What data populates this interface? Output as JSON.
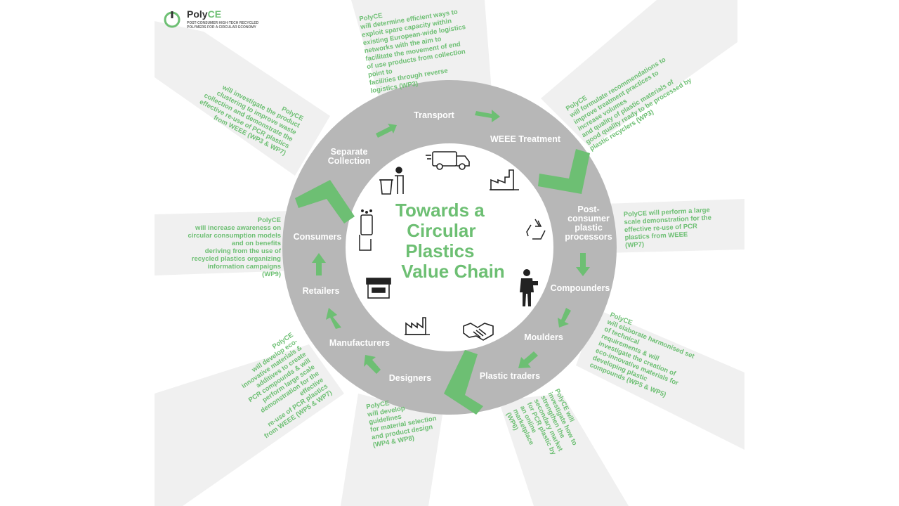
{
  "logo": {
    "name": "PolyCE",
    "name_part1": "Poly",
    "name_part2": "CE",
    "tagline_line1": "POST-CONSUMER HIGH-TECH RECYCLED",
    "tagline_line2": "POLYMERS FOR A CIRCULAR ECONOMY"
  },
  "title": {
    "line1": "Towards a",
    "line2": "Circular",
    "line3": "Plastics",
    "line4": "Value Chain"
  },
  "stages": [
    {
      "id": "transport",
      "lines": [
        "Transport"
      ]
    },
    {
      "id": "weee-treatment",
      "lines": [
        "WEEE Treatment"
      ]
    },
    {
      "id": "post-consumer",
      "lines": [
        "Post-",
        "consumer",
        "plastic",
        "processors"
      ]
    },
    {
      "id": "compounders",
      "lines": [
        "Compounders"
      ]
    },
    {
      "id": "moulders",
      "lines": [
        "Moulders"
      ]
    },
    {
      "id": "plastic-traders",
      "lines": [
        "Plastic traders"
      ]
    },
    {
      "id": "designers",
      "lines": [
        "Designers"
      ]
    },
    {
      "id": "manufacturers",
      "lines": [
        "Manufacturers"
      ]
    },
    {
      "id": "retailers",
      "lines": [
        "Retailers"
      ]
    },
    {
      "id": "consumers",
      "lines": [
        "Consumers"
      ]
    },
    {
      "id": "separate-collection",
      "lines": [
        "Separate",
        "Collection"
      ]
    }
  ],
  "notes": [
    {
      "id": "transport",
      "lines": [
        "PolyCE",
        "will determine efficient ways to",
        "exploit spare capacity within",
        "existing European-wide logistics",
        "networks with the aim to",
        "facilitate the movement of end",
        "of use products from collection",
        "point to",
        "facilities through reverse",
        "logistics (WP3)"
      ]
    },
    {
      "id": "weee",
      "lines": [
        "PolyCE",
        "will formulate recommendations to",
        "improve treatment practices to",
        "increase volumes",
        "and quality of plastic materials of",
        "good quality ready to be processed by",
        "plastic recyclers (WP3)"
      ]
    },
    {
      "id": "processors",
      "lines": [
        "PolyCE will perform a large",
        "scale demonstration for the",
        "effective re-use of PCR",
        "plastics from WEEE",
        "(WP7)"
      ]
    },
    {
      "id": "compounders",
      "lines": [
        "PolyCE",
        "will elaborate harmonised set",
        "of technical",
        "requirements & will",
        "investigate the creation of",
        "eco-innovative materials for",
        "developing plastic",
        "compounds (WP5 & WP5)"
      ]
    },
    {
      "id": "traders",
      "lines": [
        "PolyCE will",
        "investigate how to",
        "strengthen the",
        "secondary market",
        "for PCR plastic by",
        "an online",
        "marketplace",
        "(WP6)"
      ]
    },
    {
      "id": "designers",
      "lines": [
        "PolyCE",
        "will develop",
        "guidelines",
        "for material selection",
        "and product design",
        "(WP4 & WP8)"
      ]
    },
    {
      "id": "manufacturers",
      "lines": [
        "PolyCE",
        "will develop eco-",
        "innovative materials &",
        "additives to create",
        "PCR compounds & will",
        "perform large scale",
        "demonstration for the",
        "effective",
        "re-use of PCR plastics",
        "from WEEE (WP5 & WP7)"
      ]
    },
    {
      "id": "consumers",
      "lines": [
        "PolyCE",
        "will increase awareness on",
        "circular consumption models",
        "and on benefits",
        "deriving from the use of",
        "recycled plastics organizing",
        "information campaigns",
        "(WP9)"
      ]
    },
    {
      "id": "collection",
      "lines": [
        "PolyCE",
        "will investigate the product",
        "clustering to improve waste",
        "collection and demonstrate the",
        "effective re-use of PCR plastics",
        "from WEEE (WP3 & WP7)"
      ]
    }
  ],
  "icons": [
    "van-icon",
    "factory-chimney-icon",
    "recycle-icon",
    "worker-icon",
    "handshake-icon",
    "factory-icon",
    "shop-icon",
    "phone-hand-icon",
    "trash-person-icon"
  ],
  "colors": {
    "accent": "#6dbf73",
    "ring": "#b7b7b7",
    "beam": "#f0f0f0",
    "text_dark": "#222222"
  }
}
